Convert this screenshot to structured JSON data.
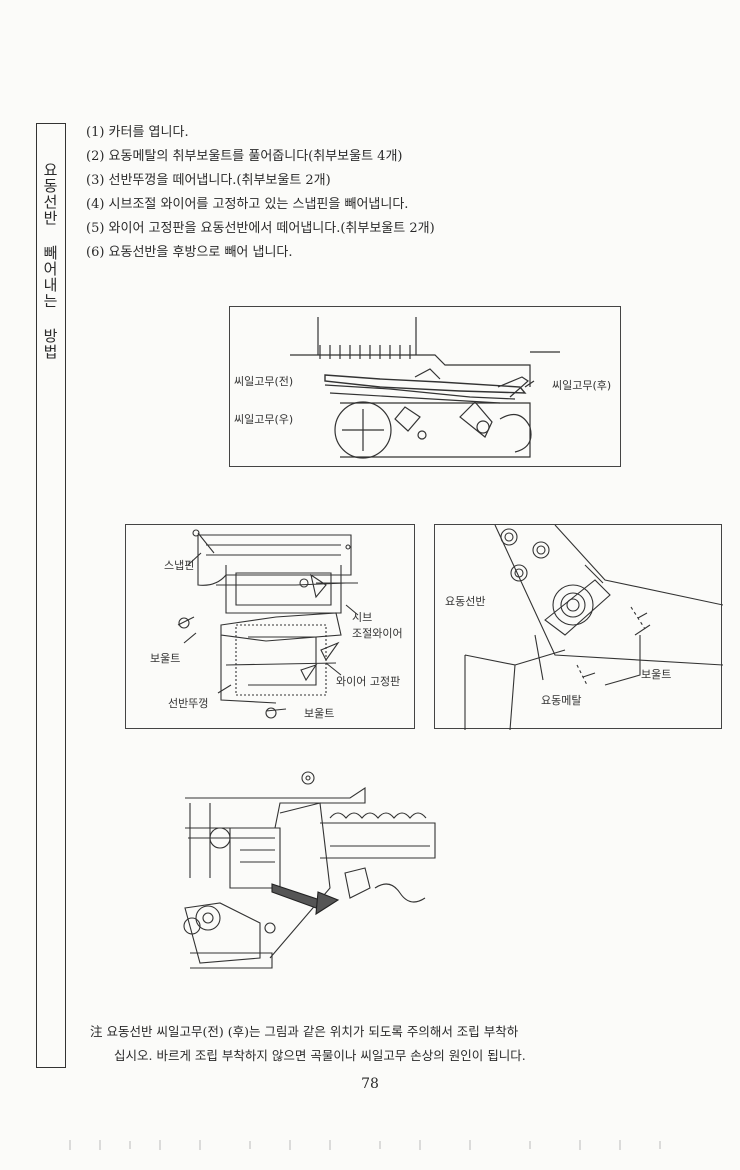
{
  "sidebar": {
    "title": "요동선반 빼어내는 방법"
  },
  "steps": [
    "(1) 카터를 엽니다.",
    "(2) 요동메탈의 취부보울트를 풀어줍니다(취부보울트 4개)",
    "(3) 선반뚜껑을 떼어냅니다.(취부보울트 2개)",
    "(4) 시브조절 와이어를 고정하고 있는 스냅핀을 빼어냅니다.",
    "(5) 와이어 고정판을 요동선반에서 떼어냅니다.(취부보울트 2개)",
    "(6) 요동선반을 후방으로 빼어 냅니다."
  ],
  "figure1": {
    "label_front_seal": "씨일고무(전)",
    "label_right_seal": "씨일고무(우)",
    "label_rear_seal": "씨일고무(후)"
  },
  "figure2": {
    "label_snap_pin": "스냅핀",
    "label_bolt_left": "보울트",
    "label_cover": "선반뚜껑",
    "label_sieve_wire_1": "시브",
    "label_sieve_wire_2": "조절와이어",
    "label_wire_plate": "와이어 고정판",
    "label_bolt_bottom": "보울트"
  },
  "figure3": {
    "label_shelf": "요동선반",
    "label_bolt": "보울트",
    "label_metal": "요동메탈"
  },
  "note": {
    "marker": "注",
    "line1": "요동선반 씨일고무(전) (후)는 그림과 같은 위치가 되도록 주의해서 조립 부착하",
    "line2": "십시오. 바르게 조립 부착하지 않으면 곡물이나 씨일고무 손상의 원인이 됩니다."
  },
  "page_number": "78"
}
